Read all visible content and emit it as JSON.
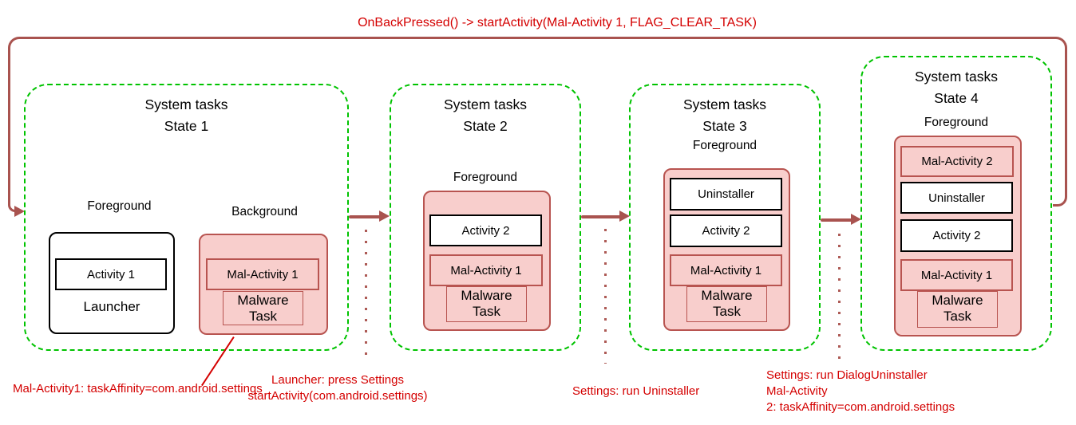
{
  "header": {
    "loop_label": "OnBackPressed() -> startActivity(Mal-Activity 1, FLAG_CLEAR_TASK)"
  },
  "states": [
    {
      "title": "System tasks",
      "subtitle": "State 1",
      "foreground_label": "Foreground",
      "background_label": "Background",
      "launcher": {
        "activity": "Activity 1",
        "task": "Launcher"
      },
      "malware": {
        "activity": "Mal-Activity 1",
        "task": "Malware Task"
      }
    },
    {
      "title": "System tasks",
      "subtitle": "State 2",
      "foreground_label": "Foreground",
      "stack": [
        "Activity 2"
      ],
      "malware": {
        "activity": "Mal-Activity 1",
        "task": "Malware Task"
      }
    },
    {
      "title": "System tasks",
      "subtitle": "State 3",
      "foreground_label": "Foreground",
      "stack": [
        "Uninstaller",
        "Activity 2"
      ],
      "malware": {
        "activity": "Mal-Activity 1",
        "task": "Malware Task"
      }
    },
    {
      "title": "System tasks",
      "subtitle": "State 4",
      "foreground_label": "Foreground",
      "mal_top": "Mal-Activity 2",
      "stack": [
        "Uninstaller",
        "Activity 2"
      ],
      "malware": {
        "activity": "Mal-Activity 1",
        "task": "Malware Task"
      }
    }
  ],
  "annotations": {
    "state1": "Mal-Activity1: taskAffinity=com.android.settings",
    "state2_line1": "Launcher: press Settings",
    "state2_line2": "startActivity(com.android.settings)",
    "state3": "Settings: run Uninstaller",
    "state4_line1": "Settings: run DialogUninstaller",
    "state4_line2": "Mal-Activity",
    "state4_line3": "2: taskAffinity=com.android.settings"
  },
  "colors": {
    "annotation_red": "#d40000",
    "arrow_red": "#a9534f",
    "task_pink_fill": "#f8cecc",
    "task_pink_border": "#b85450",
    "state_dash_green": "#00c300"
  }
}
